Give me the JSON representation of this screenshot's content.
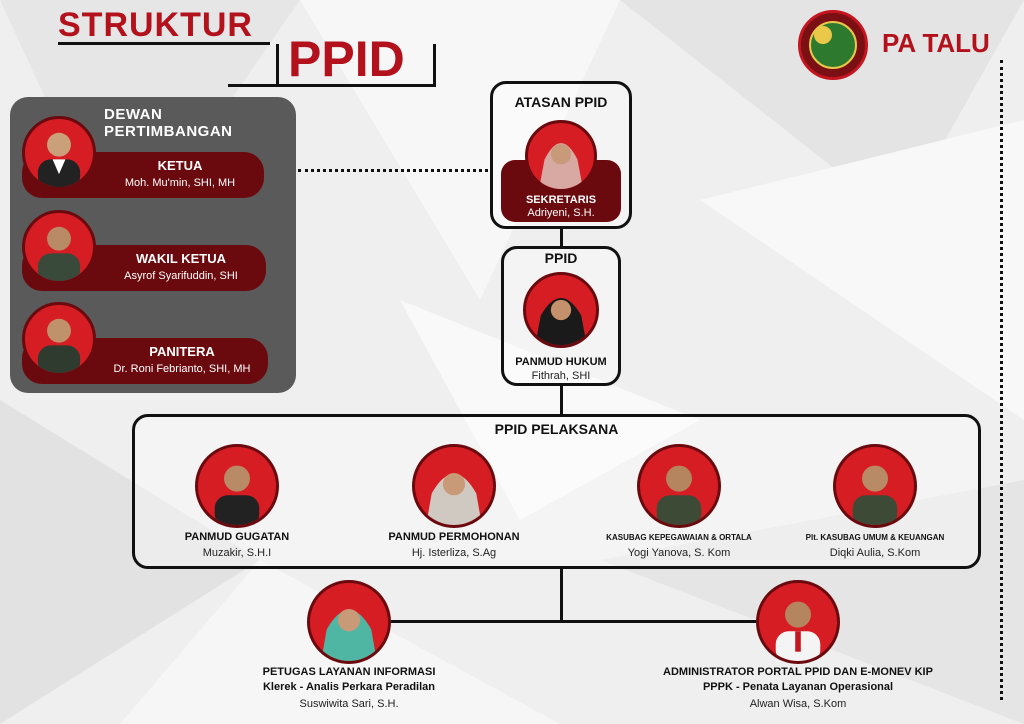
{
  "header": {
    "title_line1": "STRUKTUR",
    "title_line2": "PPID",
    "brand": "PA TALU",
    "logo_icon": "court-seal-logo"
  },
  "colors": {
    "accent_red": "#b3121d",
    "dark_red": "#6b0a0e",
    "panel_gray": "#5a5a5a"
  },
  "dewan": {
    "title_line1": "DEWAN",
    "title_line2": "PERTIMBANGAN",
    "members": [
      {
        "role": "KETUA",
        "name": "Moh. Mu'min, SHI, MH"
      },
      {
        "role": "WAKIL KETUA",
        "name": "Asyrof Syarifuddin, SHI"
      },
      {
        "role": "PANITERA",
        "name": "Dr. Roni Febrianto, SHI, MH"
      }
    ]
  },
  "atasan": {
    "title": "ATASAN PPID",
    "role": "SEKRETARIS",
    "name": "Adriyeni, S.H."
  },
  "ppid": {
    "title": "PPID",
    "role": "PANMUD HUKUM",
    "name": "Fithrah, SHI"
  },
  "pelaksana": {
    "title": "PPID PELAKSANA",
    "members": [
      {
        "role": "PANMUD GUGATAN",
        "name": "Muzakir, S.H.I"
      },
      {
        "role": "PANMUD PERMOHONAN",
        "name": "Hj. Isterliza, S.Ag"
      },
      {
        "role": "KASUBAG KEPEGAWAIAN & ORTALA",
        "name": "Yogi Yanova, S. Kom"
      },
      {
        "role": "Plt. KASUBAG UMUM & KEUANGAN",
        "name": "Diqki Aulia, S.Kom"
      }
    ]
  },
  "bottom": [
    {
      "role1": "PETUGAS LAYANAN INFORMASI",
      "role2": "Klerek - Analis Perkara Peradilan",
      "name": "Suswiwita Sari, S.H."
    },
    {
      "role1": "ADMINISTRATOR PORTAL PPID DAN E-MONEV KIP",
      "role2": "PPPK - Penata Layanan Operasional",
      "name": "Alwan Wisa, S.Kom"
    }
  ]
}
